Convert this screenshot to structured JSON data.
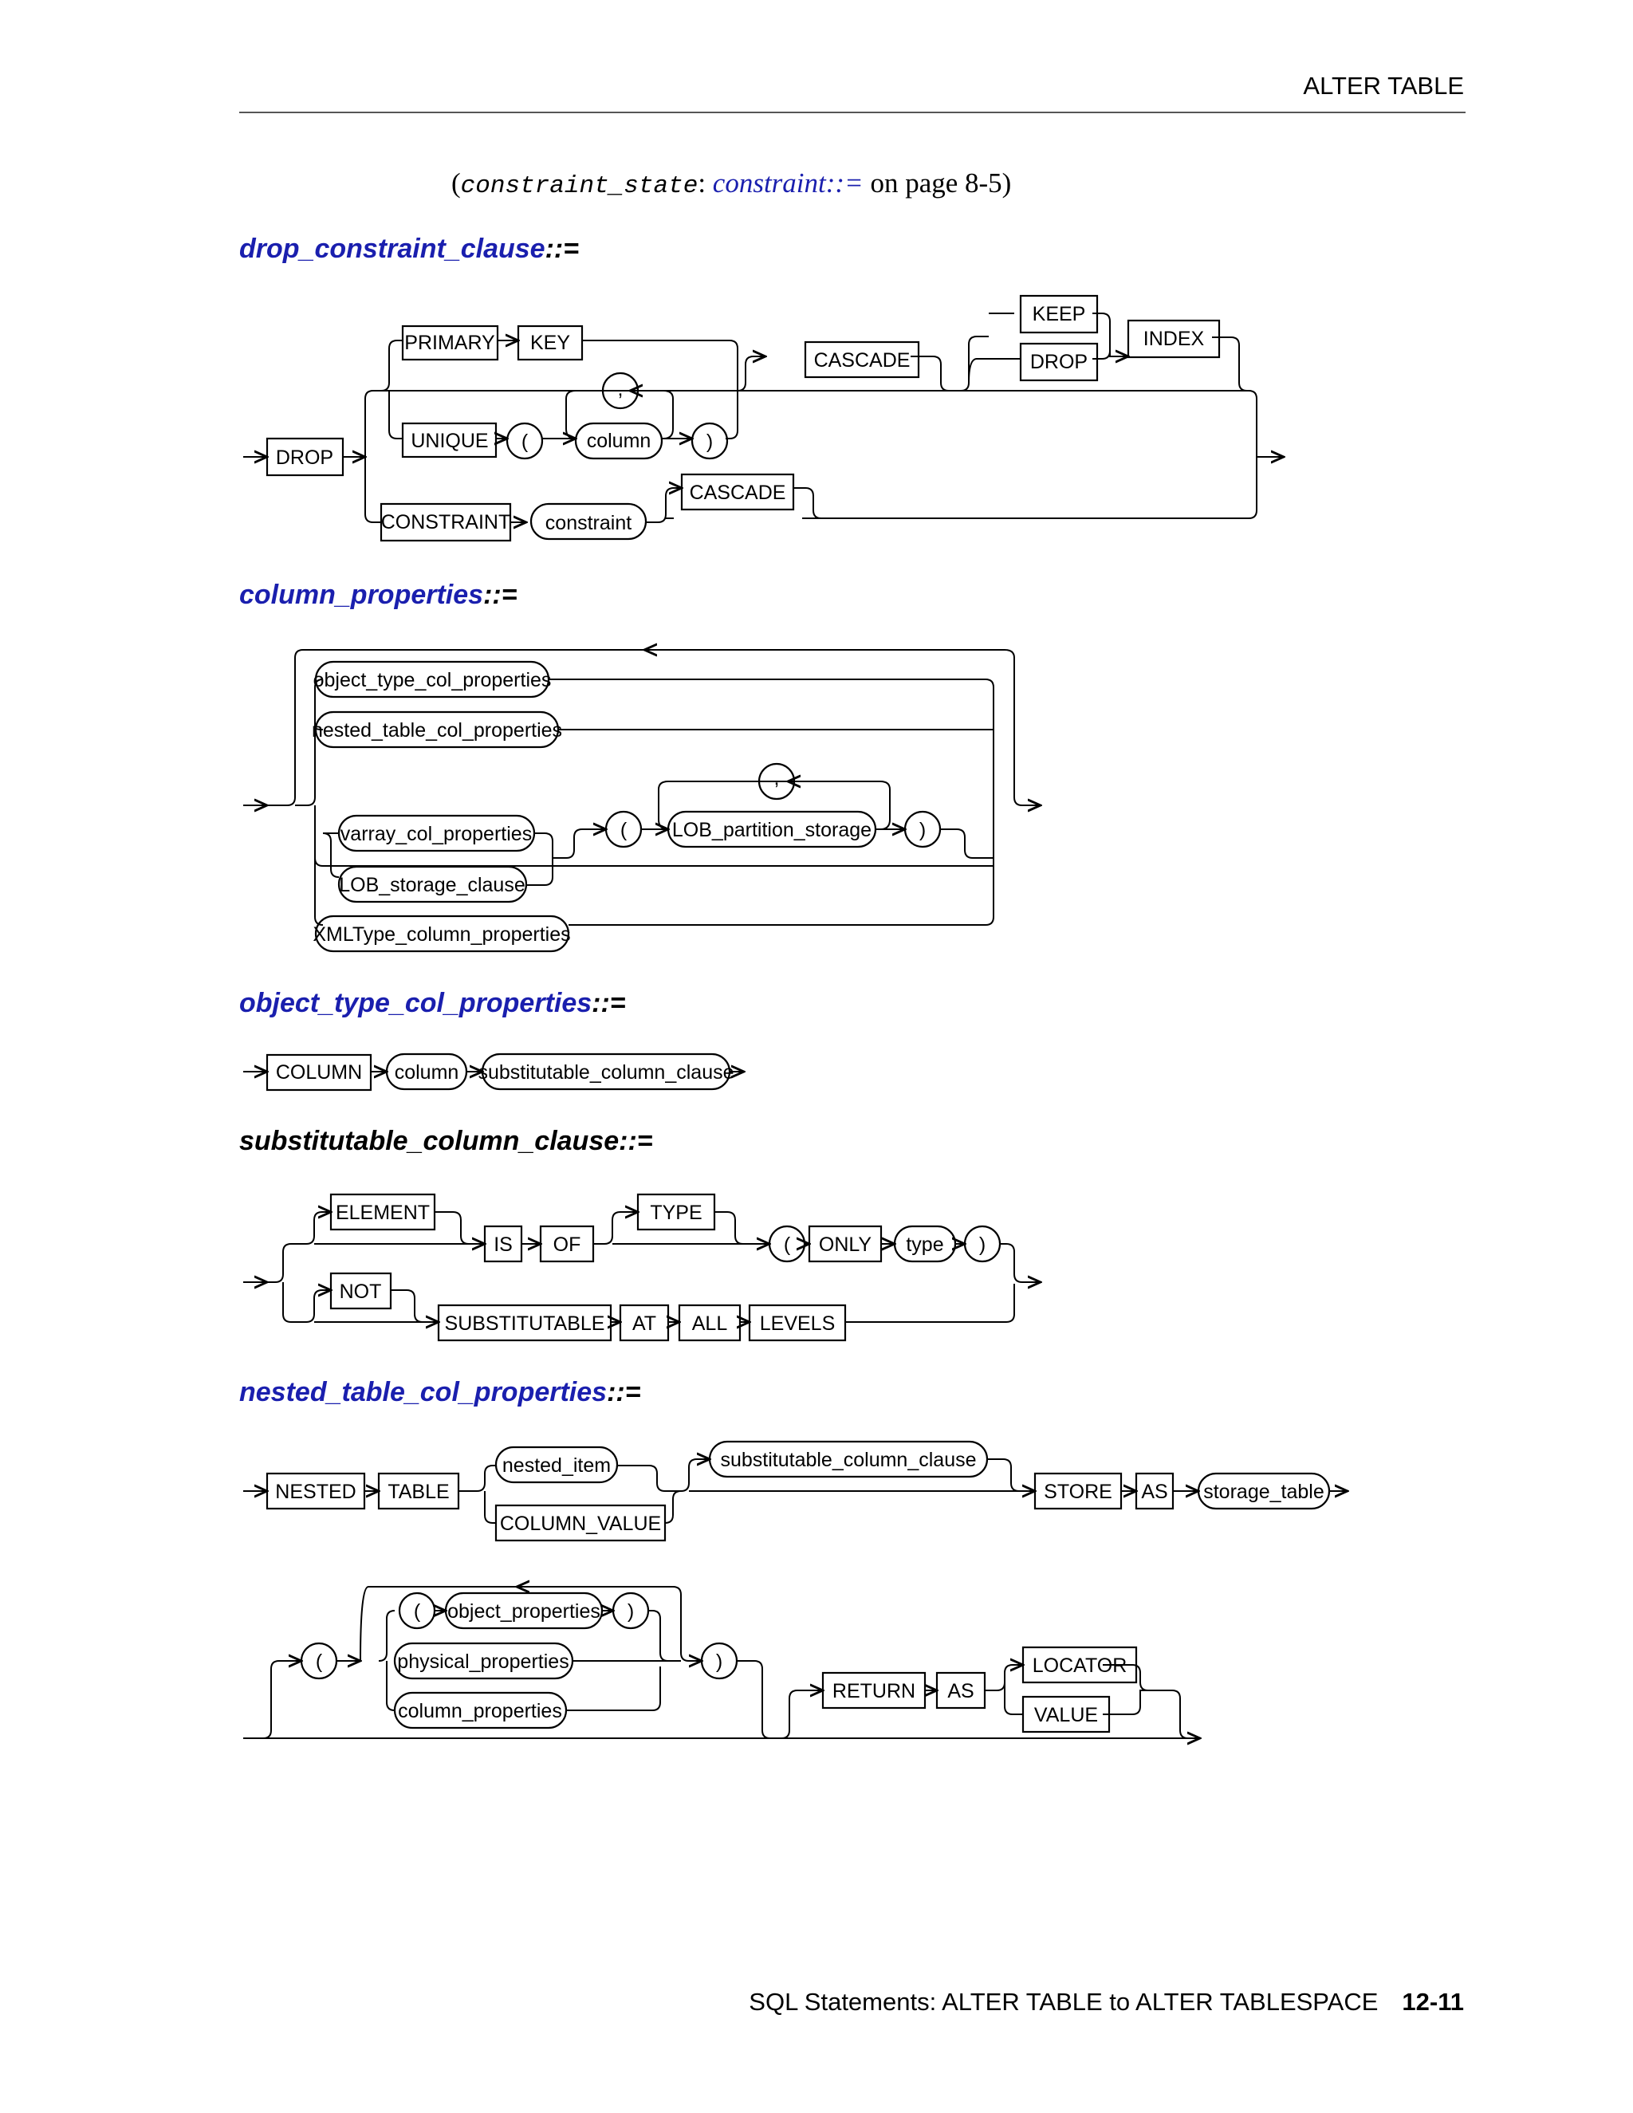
{
  "header": {
    "title": "ALTER TABLE"
  },
  "note": {
    "open": "(",
    "mono": "constraint_state",
    "colon": ":",
    "link": "constraint::=",
    "rest": " on page 8-5)"
  },
  "sections": {
    "drop_constraint": {
      "name": "drop_constraint_clause",
      "suffix": "::="
    },
    "column_properties": {
      "name": "column_properties",
      "suffix": "::="
    },
    "object_type_col": {
      "name": "object_type_col_properties",
      "suffix": "::="
    },
    "substitutable": {
      "name": "substitutable_column_clause",
      "suffix": "::="
    },
    "nested_table": {
      "name": "nested_table_col_properties",
      "suffix": "::="
    }
  },
  "diagrams": {
    "drop": {
      "drop": "DROP",
      "primary": "PRIMARY",
      "key": "KEY",
      "unique": "UNIQUE",
      "lparen": "(",
      "column": "column",
      "comma": ",",
      "rparen": ")",
      "cascade": "CASCADE",
      "keep": "KEEP",
      "drop2": "DROP",
      "index": "INDEX",
      "constraint_kw": "CONSTRAINT",
      "constraint": "constraint",
      "cascade2": "CASCADE"
    },
    "colprops": {
      "obj": "object_type_col_properties",
      "nested": "nested_table_col_properties",
      "varray": "varray_col_properties",
      "lob": "LOB_storage_clause",
      "lparen": "(",
      "comma": ",",
      "lobpart": "LOB_partition_storage",
      "rparen": ")",
      "xml": "XMLType_column_properties"
    },
    "objtype": {
      "column_kw": "COLUMN",
      "column": "column",
      "subst": "substitutable_column_clause"
    },
    "subst": {
      "element": "ELEMENT",
      "is": "IS",
      "of": "OF",
      "type_kw": "TYPE",
      "lparen": "(",
      "only": "ONLY",
      "type": "type",
      "rparen": ")",
      "not": "NOT",
      "substitutable": "SUBSTITUTABLE",
      "at": "AT",
      "all": "ALL",
      "levels": "LEVELS"
    },
    "nested": {
      "nested": "NESTED",
      "table": "TABLE",
      "item": "nested_item",
      "colval": "COLUMN_VALUE",
      "subst": "substitutable_column_clause",
      "store": "STORE",
      "as": "AS",
      "storage": "storage_table",
      "lparen": "(",
      "lparen2": "(",
      "objprops": "object_properties",
      "rparen2": ")",
      "phys": "physical_properties",
      "colprops": "column_properties",
      "rparen": ")",
      "return": "RETURN",
      "as2": "AS",
      "locator": "LOCATOR",
      "value": "VALUE"
    }
  },
  "footer": {
    "text": "SQL Statements: ALTER TABLE to ALTER TABLESPACE",
    "page": "12-11"
  }
}
